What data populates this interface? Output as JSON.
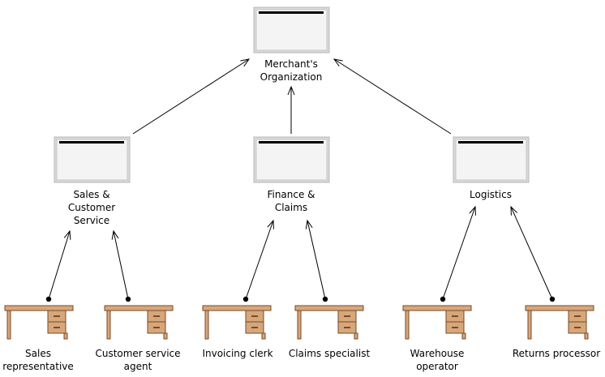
{
  "colors": {
    "unit_box_fill": "#d9d9d9",
    "unit_box_inner": "#f4f4f4",
    "unit_box_border": "#b8b8b8",
    "desk_wood": "#d7a77c",
    "desk_edge": "#7a4a26",
    "line": "#000000"
  },
  "nodes": {
    "root": {
      "lines": [
        "Merchant's",
        "Organization"
      ],
      "icon": "org-unit-icon"
    },
    "sales": {
      "lines": [
        "Sales &",
        "Customer",
        "Service"
      ],
      "icon": "org-unit-icon"
    },
    "finance": {
      "lines": [
        "Finance &",
        "Claims"
      ],
      "icon": "org-unit-icon"
    },
    "logistics": {
      "lines": [
        "Logistics"
      ],
      "icon": "org-unit-icon"
    },
    "sales_rep": {
      "lines": [
        "Sales",
        "representative"
      ],
      "icon": "desk-icon"
    },
    "cs_agent": {
      "lines": [
        "Customer service",
        "agent"
      ],
      "icon": "desk-icon"
    },
    "invoicing": {
      "lines": [
        "Invoicing clerk"
      ],
      "icon": "desk-icon"
    },
    "claims": {
      "lines": [
        "Claims specialist"
      ],
      "icon": "desk-icon"
    },
    "warehouse": {
      "lines": [
        "Warehouse",
        "operator"
      ],
      "icon": "desk-icon"
    },
    "returns": {
      "lines": [
        "Returns processor"
      ],
      "icon": "desk-icon"
    }
  }
}
